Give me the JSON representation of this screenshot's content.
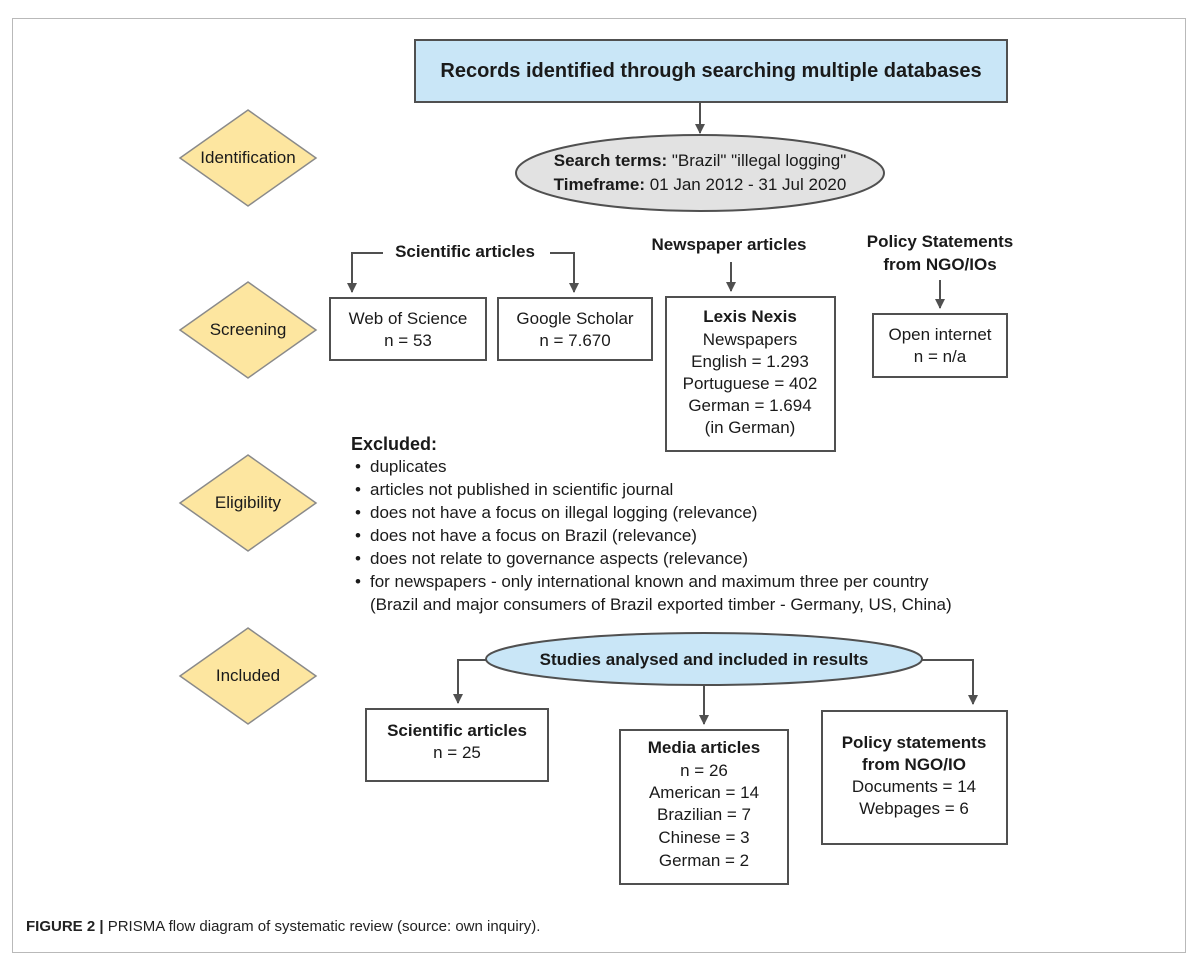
{
  "top_box": "Records identified through searching multiple databases",
  "search": {
    "terms_label": "Search terms:",
    "terms_value": " \"Brazil\" \"illegal logging\"",
    "timeframe_label": "Timeframe:",
    "timeframe_value": " 01 Jan 2012 - 31 Jul 2020"
  },
  "stages": [
    "Identification",
    "Screening",
    "Eligibility",
    "Included"
  ],
  "sources": {
    "scientific_header": "Scientific articles",
    "newspaper_header": "Newspaper articles",
    "policy_header_line1": "Policy Statements",
    "policy_header_line2": "from NGO/IOs",
    "wos_name": "Web of Science",
    "wos_n": "n = 53",
    "gs_name": "Google Scholar",
    "gs_n": "n = 7.670",
    "lexis_title": "Lexis Nexis",
    "lexis_lines": [
      "Newspapers",
      "English = 1.293",
      "Portuguese = 402",
      "German = 1.694",
      "(in German)"
    ],
    "open_name": "Open internet",
    "open_n": "n = n/a"
  },
  "excluded": {
    "title": "Excluded:",
    "items": [
      "duplicates",
      "articles not published in scientific journal",
      "does not have a focus on illegal logging (relevance)",
      "does not have a focus on Brazil (relevance)",
      "does not relate to governance aspects (relevance)",
      "for newspapers - only international known and maximum three per country"
    ],
    "continuation": "(Brazil and major consumers of Brazil exported timber - Germany, US, China)"
  },
  "included": {
    "title": "Studies analysed and included in results",
    "sci_title": "Scientific articles",
    "sci_n": "n = 25",
    "media_title": "Media articles",
    "media_lines": [
      "n = 26",
      "American = 14",
      "Brazilian = 7",
      "Chinese = 3",
      "German = 2"
    ],
    "policy_title_line1": "Policy statements",
    "policy_title_line2": "from NGO/IO",
    "policy_lines": [
      "Documents = 14",
      "Webpages = 6"
    ]
  },
  "caption": {
    "label": "FIGURE 2 |",
    "text": " PRISMA flow diagram of systematic review (source: own inquiry)."
  },
  "colors": {
    "blue_fill": "#c9e6f7",
    "grey_fill": "#e2e2e2",
    "diamond_fill": "#fde6a0",
    "diamond_stroke": "#8a8a8a",
    "box_stroke": "#505050",
    "arrow": "#505050"
  }
}
